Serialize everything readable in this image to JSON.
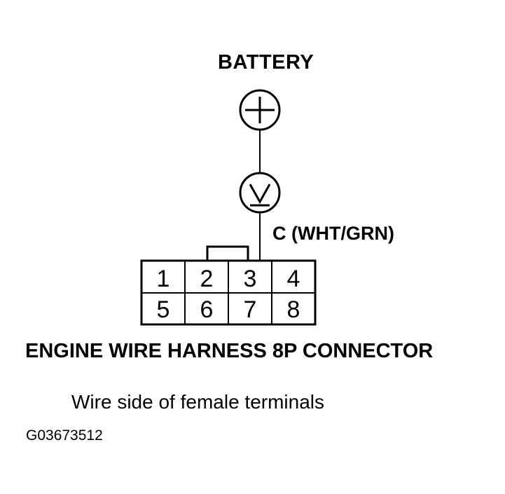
{
  "diagram": {
    "battery_label": "BATTERY",
    "meter_symbol": "voltmeter-icon",
    "wire_label": "C (WHT/GRN)",
    "connector": {
      "title": "ENGINE WIRE HARNESS 8P CONNECTOR",
      "pins_top": [
        "1",
        "2",
        "3",
        "4"
      ],
      "pins_bottom": [
        "5",
        "6",
        "7",
        "8"
      ],
      "probed_pin": "3"
    },
    "subtitle": "Wire side of female terminals",
    "figure_id": "G03673512",
    "colors": {
      "line": "#000000",
      "background": "#ffffff"
    }
  }
}
